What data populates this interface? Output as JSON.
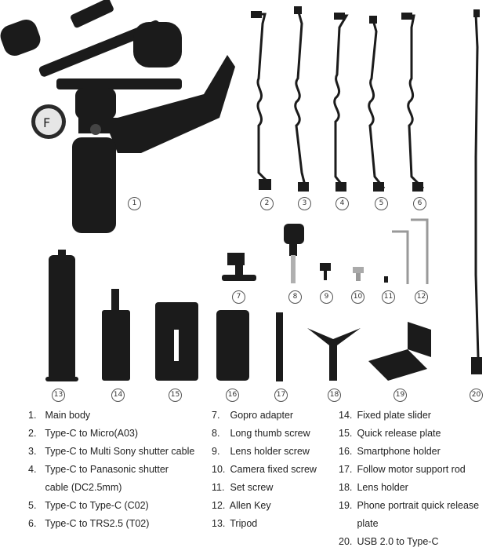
{
  "markers": [
    "1",
    "2",
    "3",
    "4",
    "5",
    "6",
    "7",
    "8",
    "9",
    "10",
    "11",
    "12",
    "13",
    "14",
    "15",
    "16",
    "17",
    "18",
    "19",
    "20"
  ],
  "legend": {
    "col1": [
      {
        "num": "1.",
        "text": "Main body"
      },
      {
        "num": "2.",
        "text": "Type-C to Micro(A03)"
      },
      {
        "num": "3.",
        "text": "Type-C to Multi Sony shutter cable"
      },
      {
        "num": "4.",
        "text": "Type-C to Panasonic shutter"
      },
      {
        "num": "",
        "text": "cable (DC2.5mm)"
      },
      {
        "num": "5.",
        "text": "Type-C to Type-C (C02)"
      },
      {
        "num": "6.",
        "text": "Type-C to TRS2.5 (T02)"
      }
    ],
    "col2": [
      {
        "num": "7.",
        "text": "Gopro adapter"
      },
      {
        "num": "8.",
        "text": "Long thumb screw"
      },
      {
        "num": "9.",
        "text": "Lens holder screw"
      },
      {
        "num": "10.",
        "text": "Camera fixed screw"
      },
      {
        "num": "11.",
        "text": "Set screw"
      },
      {
        "num": "12.",
        "text": "Allen Key"
      },
      {
        "num": "13.",
        "text": "Tripod"
      }
    ],
    "col3": [
      {
        "num": "14.",
        "text": "Fixed plate slider"
      },
      {
        "num": "15.",
        "text": "Quick release plate"
      },
      {
        "num": "16.",
        "text": "Smartphone holder"
      },
      {
        "num": "17.",
        "text": "Follow motor support rod"
      },
      {
        "num": "18.",
        "text": "Lens holder"
      },
      {
        "num": "19.",
        "text": "Phone portrait quick release"
      },
      {
        "num": "",
        "text": "plate"
      },
      {
        "num": "20.",
        "text": "USB 2.0 to Type-C"
      }
    ]
  },
  "colors": {
    "product": "#1a1a1a",
    "metal": "#9a9a9a",
    "accent": "#c8c8c8"
  }
}
